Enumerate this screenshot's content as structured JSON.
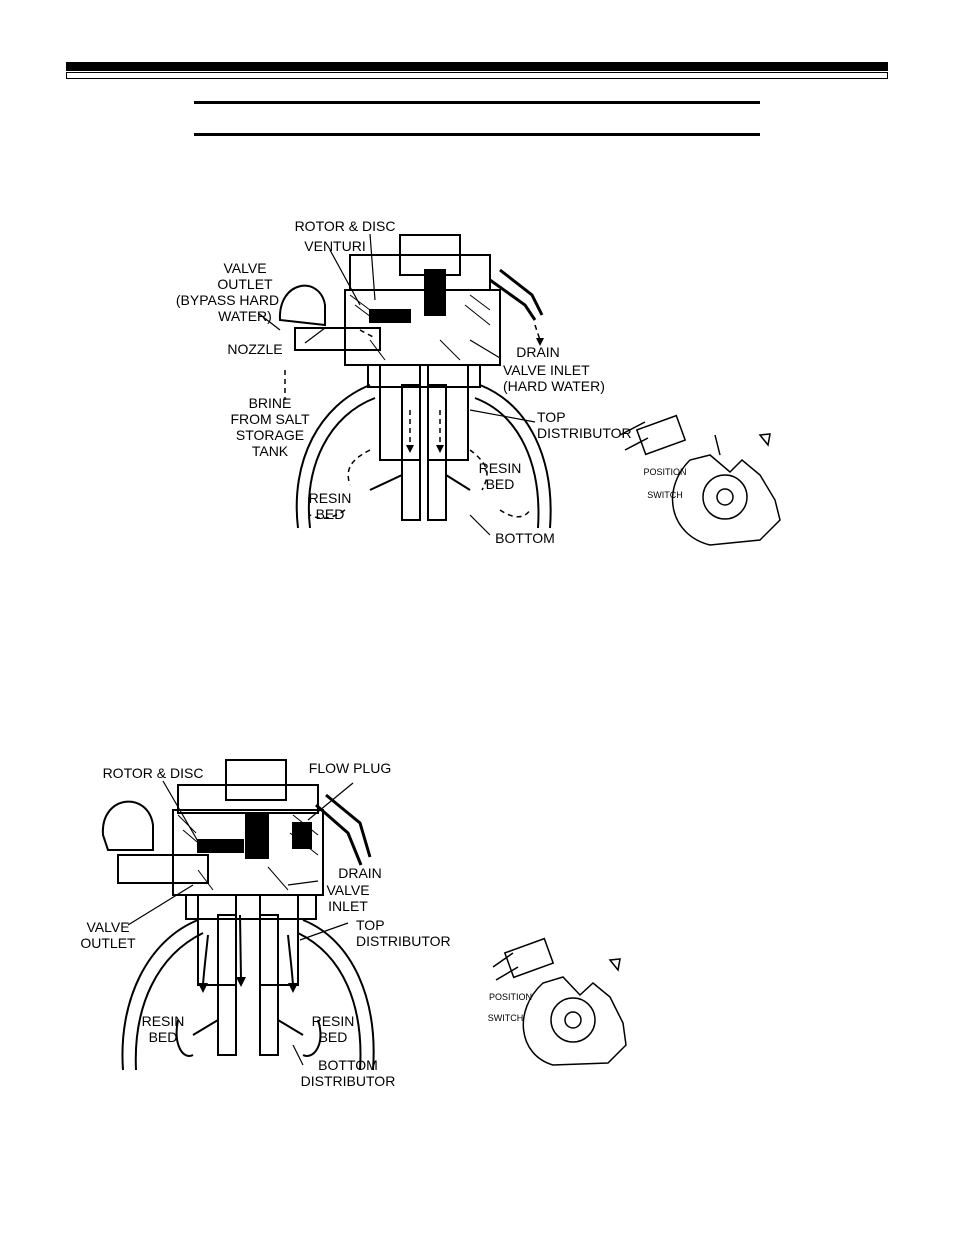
{
  "figure1": {
    "labels": {
      "rotor_disc": "ROTOR & DISC",
      "venturi": "VENTURI",
      "valve_outlet": [
        "VALVE",
        "OUTLET",
        "(BYPASS HARD",
        "WATER)"
      ],
      "nozzle": "NOZZLE",
      "drain": "DRAIN",
      "valve_inlet": [
        "VALVE INLET",
        "(HARD WATER)"
      ],
      "brine": [
        "BRINE",
        "FROM SALT",
        "STORAGE",
        "TANK"
      ],
      "top_distributor": [
        "TOP",
        "DISTRIBUTOR"
      ],
      "resin_bed_right": [
        "RESIN",
        "BED"
      ],
      "resin_bed_left": [
        "RESIN",
        "BED"
      ],
      "bottom": "BOTTOM",
      "position": "POSITION",
      "switch": "SWITCH"
    }
  },
  "figure2": {
    "labels": {
      "rotor_disc": "ROTOR & DISC",
      "flow_plug": "FLOW PLUG",
      "drain": "DRAIN",
      "valve_inlet": [
        "VALVE",
        "INLET"
      ],
      "valve_outlet": [
        "VALVE",
        "OUTLET"
      ],
      "top_distributor": [
        "TOP",
        "DISTRIBUTOR"
      ],
      "resin_bed_left": [
        "RESIN",
        "BED"
      ],
      "resin_bed_right": [
        "RESIN",
        "BED"
      ],
      "bottom_distributor": [
        "BOTTOM",
        "DISTRIBUTOR"
      ],
      "position": "POSITION",
      "switch": "SWITCH"
    }
  }
}
